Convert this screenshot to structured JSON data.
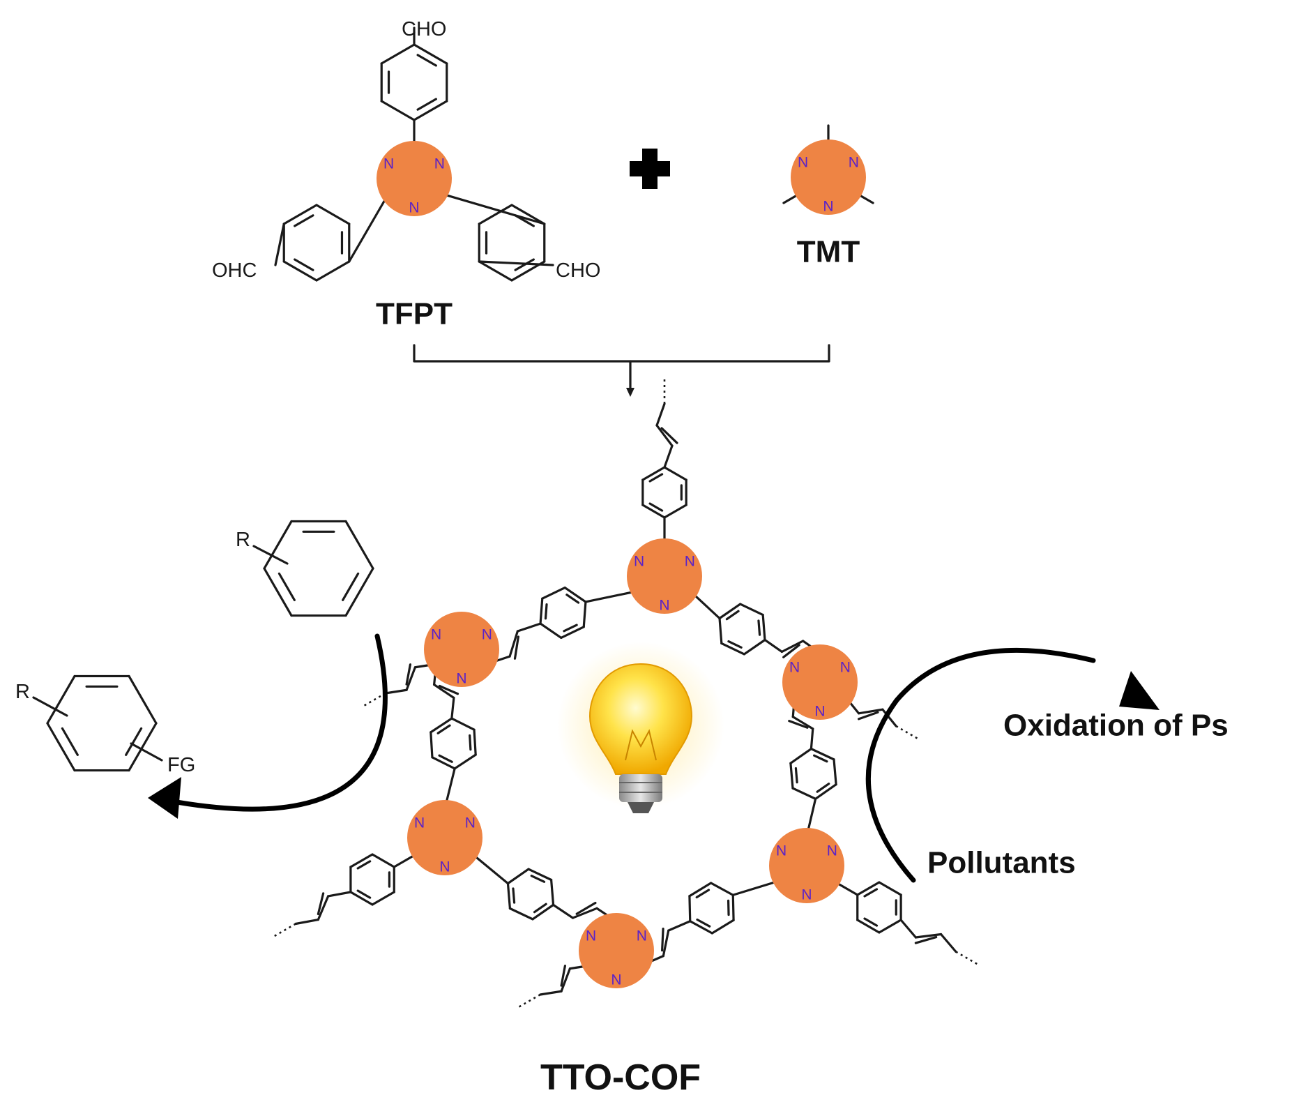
{
  "labels": {
    "tfpt": "TFPT",
    "tmt": "TMT",
    "product": "TTO-COF",
    "pollutants": "Pollutants",
    "oxidation": "Oxidation of Ps"
  },
  "atoms": {
    "nitrogen": "N",
    "aldehyde_right": "CHO",
    "aldehyde_left": "OHC",
    "substituent": "R",
    "functional_group": "FG"
  },
  "colors": {
    "triazine_highlight": "#ee8444",
    "nitrogen": "#5a22c8",
    "bond": "#1a1a1a",
    "bulb": "#ffd21a"
  },
  "icons": [
    "plus-icon",
    "light-bulb-icon",
    "reaction-arrow-icon"
  ]
}
